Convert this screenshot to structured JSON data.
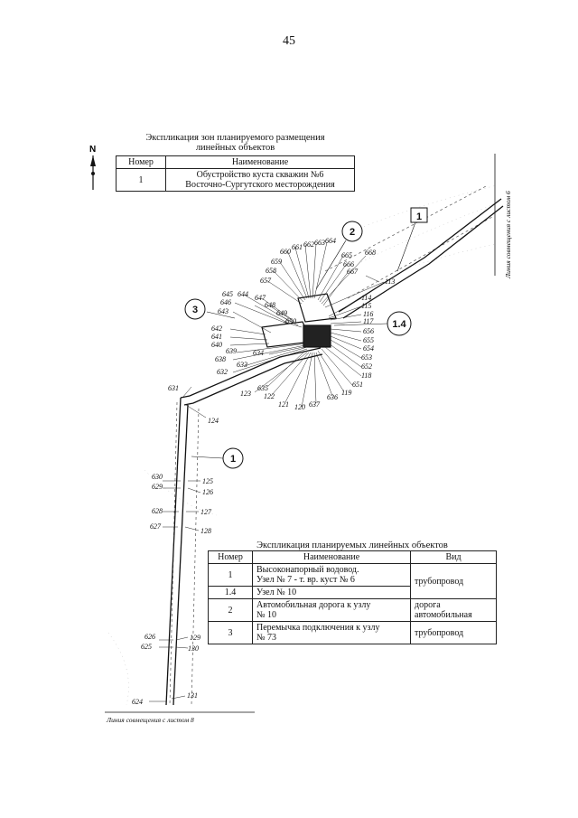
{
  "page_number": "45",
  "north_label": "N",
  "zones_table": {
    "title_line1": "Экспликация зон планируемого размещения",
    "title_line2": "линейных объектов",
    "headers": [
      "Номер",
      "Наименование"
    ],
    "row": {
      "number": "1",
      "name_line1": "Обустройство куста скважин №6",
      "name_line2": "Восточно-Сургутского месторождения"
    }
  },
  "side_note": "Линия совмещения с листом 6",
  "bottom_note": "Линия совмещения с листом 8",
  "map_labels": {
    "circle_1_upper": "1",
    "circle_1_lower": "1",
    "circle_2": "2",
    "circle_3": "3",
    "circle_14": "1.4",
    "pts": [
      "660",
      "661",
      "662",
      "663",
      "664",
      "659",
      "665",
      "666",
      "668",
      "658",
      "667",
      "657",
      "113",
      "645",
      "644",
      "647",
      "646",
      "648",
      "114",
      "115",
      "643",
      "649",
      "650",
      "116",
      "117",
      "642",
      "656",
      "641",
      "655",
      "640",
      "654",
      "639",
      "634",
      "653",
      "638",
      "633",
      "652",
      "632",
      "118",
      "651",
      "631",
      "635",
      "123",
      "122",
      "121",
      "120",
      "637",
      "636",
      "119",
      "124",
      "630",
      "125",
      "629",
      "126",
      "628",
      "127",
      "627",
      "128",
      "626",
      "129",
      "625",
      "130",
      "131",
      "624"
    ]
  },
  "objects_table": {
    "title": "Экспликация планируемых линейных объектов",
    "headers": [
      "Номер",
      "Наименование",
      "Вид"
    ],
    "rows": [
      {
        "number": "1",
        "name_line1": "Высоконапорный водовод.",
        "name_line2": "Узел № 7 - т. вр. куст № 6",
        "kind": "трубопровод"
      },
      {
        "number": "1.4",
        "name_line1": "Узел № 10",
        "name_line2": "",
        "kind": ""
      },
      {
        "number": "2",
        "name_line1": "Автомобильная дорога к узлу",
        "name_line2": "№ 10",
        "kind_line1": "дорога",
        "kind_line2": "автомобильная"
      },
      {
        "number": "3",
        "name_line1": "Перемычка подключения к узлу",
        "name_line2": "№ 73",
        "kind": "трубопровод"
      }
    ]
  }
}
